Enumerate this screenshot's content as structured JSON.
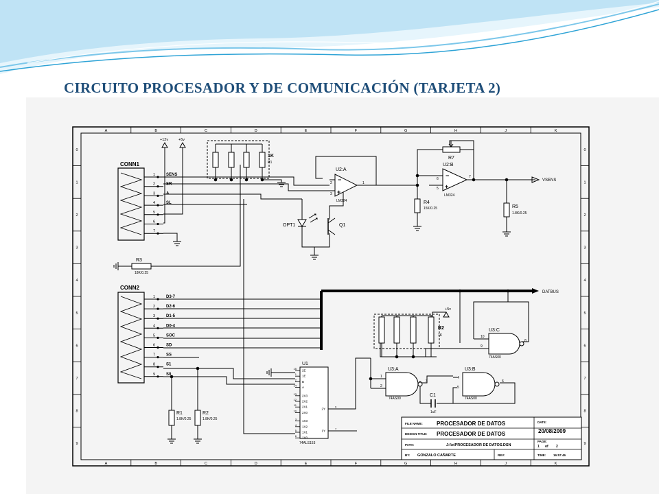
{
  "slide": {
    "title": "CIRCUITO PROCESADOR Y DE COMUNICACIÓN (TARJETA 2)",
    "title_color": "#1f4e79",
    "wave_colors": [
      "#bfe3f5",
      "#7cc7ea",
      "#2ea3d6"
    ]
  },
  "frame": {
    "col_labels": [
      "A",
      "B",
      "C",
      "D",
      "E",
      "F",
      "G",
      "H",
      "J",
      "K"
    ],
    "row_labels": [
      "0",
      "1",
      "2",
      "3",
      "4",
      "5",
      "6",
      "7",
      "8",
      "9"
    ]
  },
  "conn1": {
    "label": "CONN1",
    "pins": [
      "1",
      "2",
      "3",
      "4",
      "5",
      "6",
      "7"
    ],
    "signals": [
      "SENS",
      "SR",
      "A",
      "SL"
    ]
  },
  "conn2": {
    "label": "CONN2",
    "pins": [
      "1",
      "2",
      "3",
      "4",
      "5",
      "6",
      "7",
      "8",
      "9"
    ],
    "signals": [
      "D3-7",
      "D2-6",
      "D1-5",
      "D0-4",
      "SOC",
      "SD",
      "SS",
      "S1",
      "S0"
    ]
  },
  "power": {
    "p12": "+12v",
    "p5a": "+5v",
    "p5b": "+5v"
  },
  "rnet1": {
    "value": "1K",
    "ref": "R1"
  },
  "rnet2": {
    "ref": "R2",
    "value": "1K"
  },
  "opamp_a": {
    "ref": "U2:A",
    "part": "LM324",
    "pin_minus": "2",
    "pin_plus": "3",
    "pin_out": "1"
  },
  "opamp_b": {
    "ref": "U2:B",
    "part": "LM324",
    "pin_minus": "6",
    "pin_plus": "5",
    "pin_out": "7"
  },
  "r7": {
    "ref": "R7"
  },
  "r4": {
    "ref": "R4",
    "value": "15K/0.25"
  },
  "r5": {
    "ref": "R5",
    "value": "1.8K/0.25"
  },
  "r3": {
    "ref": "R3",
    "value": "18K/0.25"
  },
  "r1": {
    "ref": "R1",
    "value": "1.8K/0.25"
  },
  "r2": {
    "ref": "R2",
    "value": "1.8K/0.25"
  },
  "opto": {
    "led": "OPT1",
    "transistor": "Q1"
  },
  "nets": {
    "vsens": "VSENS",
    "datbus": "DATBUS"
  },
  "u1": {
    "ref": "U1",
    "part": "74ALS153",
    "left_pins": [
      {
        "num": "15",
        "name": "2E"
      },
      {
        "num": "1",
        "name": "1E"
      },
      {
        "num": "2",
        "name": "B"
      },
      {
        "num": "14",
        "name": "A"
      },
      {
        "num": "13",
        "name": "2X3"
      },
      {
        "num": "12",
        "name": "2X2"
      },
      {
        "num": "11",
        "name": "2X1"
      },
      {
        "num": "10",
        "name": "2X0"
      },
      {
        "num": "3",
        "name": "1X3"
      },
      {
        "num": "4",
        "name": "1X2"
      },
      {
        "num": "5",
        "name": "1X1"
      },
      {
        "num": "6",
        "name": "1X0"
      }
    ],
    "right_pins": [
      {
        "num": "9",
        "name": "2Y"
      },
      {
        "num": "7",
        "name": "1Y"
      }
    ]
  },
  "u3a": {
    "ref": "U3:A",
    "part": "74AS00",
    "in1": "1",
    "in2": "2",
    "out": "3"
  },
  "u3b": {
    "ref": "U3:B",
    "part": "74AS00",
    "in1": "4",
    "in2": "5",
    "out": "6"
  },
  "u3c": {
    "ref": "U3:C",
    "part": "74AS00",
    "in1": "10",
    "in2": "9",
    "out": "8"
  },
  "c1": {
    "ref": "C1",
    "value": "1uF"
  },
  "title_block": {
    "file_name_label": "FILE NAME:",
    "file_name": "PROCESADOR DE DATOS",
    "date_label": "DATE:",
    "date": "20/08/2009",
    "design_title_label": "DESIGN TITLE:",
    "design_title": "PROCESADOR DE DATOS",
    "page_label": "PAGE:",
    "page": "1",
    "page_of": "of",
    "page_total": "2",
    "path_label": "PATH:",
    "path": "J:\\\\e\\PROCESADOR DE DATOS.DSN",
    "by_label": "BY:",
    "by": "GONZALO CAÑARTE",
    "rev_label": "REV:",
    "time_label": "TIME:",
    "time": "16:57:46"
  }
}
